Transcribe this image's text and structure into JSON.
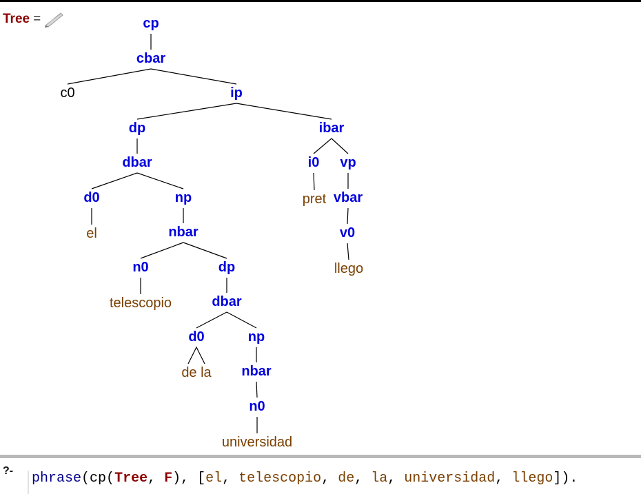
{
  "answer": {
    "variable": "Tree",
    "equals": "=",
    "edit_icon": "pencil-icon",
    "tree": {
      "label": "cp",
      "children": [
        {
          "label": "cbar",
          "children": [
            {
              "label": "c0",
              "kind": "empty"
            },
            {
              "label": "ip",
              "children": [
                {
                  "label": "dp",
                  "children": [
                    {
                      "label": "dbar",
                      "children": [
                        {
                          "label": "d0",
                          "children": [
                            {
                              "label": "el",
                              "kind": "word"
                            }
                          ]
                        },
                        {
                          "label": "np",
                          "children": [
                            {
                              "label": "nbar",
                              "children": [
                                {
                                  "label": "n0",
                                  "children": [
                                    {
                                      "label": "telescopio",
                                      "kind": "word"
                                    }
                                  ]
                                },
                                {
                                  "label": "dp",
                                  "children": [
                                    {
                                      "label": "dbar",
                                      "children": [
                                        {
                                          "label": "d0",
                                          "children": [
                                            {
                                              "label": "de la",
                                              "kind": "word",
                                              "roof": true
                                            }
                                          ]
                                        },
                                        {
                                          "label": "np",
                                          "children": [
                                            {
                                              "label": "nbar",
                                              "children": [
                                                {
                                                  "label": "n0",
                                                  "children": [
                                                    {
                                                      "label": "universidad",
                                                      "kind": "word"
                                                    }
                                                  ]
                                                }
                                              ]
                                            }
                                          ]
                                        }
                                      ]
                                    }
                                  ]
                                }
                              ]
                            }
                          ]
                        }
                      ]
                    }
                  ]
                },
                {
                  "label": "ibar",
                  "children": [
                    {
                      "label": "i0",
                      "children": [
                        {
                          "label": "pret",
                          "kind": "word"
                        }
                      ]
                    },
                    {
                      "label": "vp",
                      "children": [
                        {
                          "label": "vbar",
                          "children": [
                            {
                              "label": "v0",
                              "children": [
                                {
                                  "label": "llego",
                                  "kind": "word"
                                }
                              ]
                            }
                          ]
                        }
                      ]
                    }
                  ]
                }
              ]
            }
          ]
        }
      ]
    }
  },
  "query": {
    "prompt": "?-",
    "tokens": [
      {
        "t": "phrase",
        "k": "functor"
      },
      {
        "t": "(",
        "k": "punct"
      },
      {
        "t": "cp",
        "k": "plain"
      },
      {
        "t": "(",
        "k": "punct"
      },
      {
        "t": "Tree",
        "k": "var"
      },
      {
        "t": ", ",
        "k": "punct"
      },
      {
        "t": "F",
        "k": "var"
      },
      {
        "t": "), [",
        "k": "punct"
      },
      {
        "t": "el",
        "k": "atom"
      },
      {
        "t": ", ",
        "k": "punct"
      },
      {
        "t": "telescopio",
        "k": "atom"
      },
      {
        "t": ", ",
        "k": "punct"
      },
      {
        "t": "de",
        "k": "atom"
      },
      {
        "t": ", ",
        "k": "punct"
      },
      {
        "t": "la",
        "k": "atom"
      },
      {
        "t": ", ",
        "k": "punct"
      },
      {
        "t": "universidad",
        "k": "atom"
      },
      {
        "t": ", ",
        "k": "punct"
      },
      {
        "t": "llego",
        "k": "atom"
      },
      {
        "t": "]).",
        "k": "punct"
      }
    ]
  },
  "colors": {
    "category": "#0000dd",
    "word": "#7a3f00",
    "empty": "#000000",
    "variable": "#8b0000",
    "functor": "#00008b"
  }
}
